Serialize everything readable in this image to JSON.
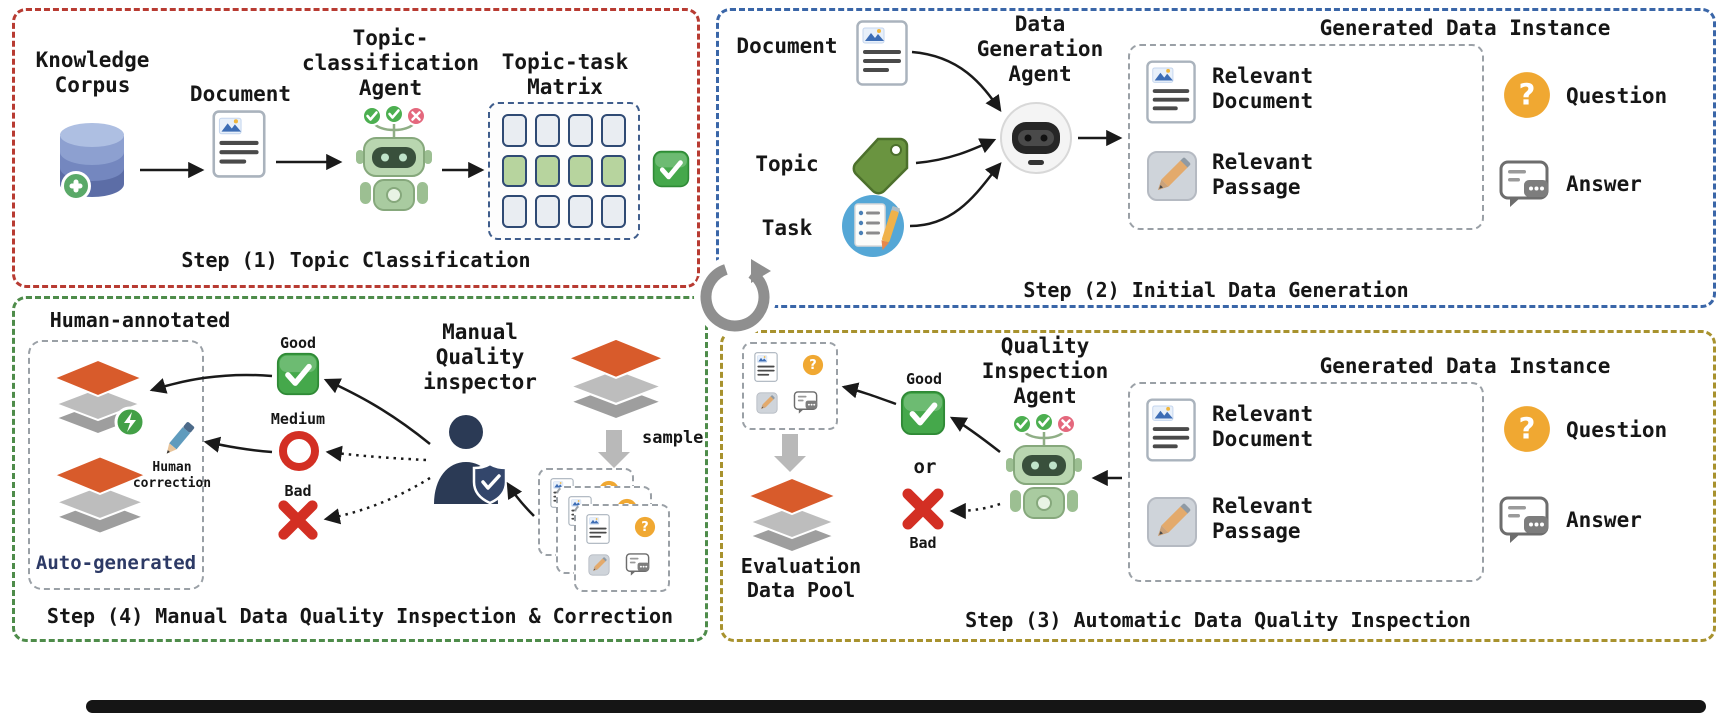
{
  "figure": {
    "type": "pipeline-diagram"
  },
  "colors": {
    "step1_border": "#b83b32",
    "step2_border": "#3a66a8",
    "step3_border": "#a8922e",
    "step4_border": "#4e8c4a",
    "auto_generated_text": "#2d3a66",
    "good_green": "#45a84b",
    "bad_red": "#d32f23",
    "stack_orange": "#d85b2b",
    "question_orange": "#f0a832",
    "matrix_cell_green": "#b7d49e"
  },
  "icons": {
    "database": "knowledge-corpus-database",
    "document": "document-page",
    "robot_green": "agent-robot-green",
    "robot_black": "generation-agent-robot",
    "matrix": "topic-task-matrix-grid",
    "check": "green-check-badge",
    "cross": "red-cross",
    "ring": "red-circle",
    "tag": "topic-tag",
    "task": "task-clipboard",
    "question": "question-mark-circle",
    "answer": "answer-chat-bubble",
    "passage": "passage-pencil-note",
    "stack": "data-stack-layers",
    "person": "human-inspector",
    "pencil": "correction-pencil",
    "loop": "cycle-loop-arrow"
  },
  "step1": {
    "caption": "Step (1) Topic Classification",
    "knowledge_corpus_label": "Knowledge\nCorpus",
    "document_label": "Document",
    "agent_label": "Topic-\nclassification\nAgent",
    "matrix_label": "Topic-task\nMatrix"
  },
  "step2": {
    "caption": "Step (2) Initial Data Generation",
    "document_label": "Document",
    "topic_label": "Topic",
    "task_label": "Task",
    "agent_label": "Data\nGeneration\nAgent",
    "instance": {
      "title": "Generated Data Instance",
      "relevant_document": "Relevant\nDocument",
      "question": "Question",
      "relevant_passage": "Relevant\nPassage",
      "answer": "Answer"
    }
  },
  "step3": {
    "caption": "Step (3) Automatic Data Quality Inspection",
    "agent_label": "Quality\nInspection\nAgent",
    "good_label": "Good",
    "or_label": "or",
    "bad_label": "Bad",
    "pool_label": "Evaluation\nData Pool",
    "instance": {
      "title": "Generated Data Instance",
      "relevant_document": "Relevant\nDocument",
      "question": "Question",
      "relevant_passage": "Relevant\nPassage",
      "answer": "Answer"
    }
  },
  "step4": {
    "caption": "Step (4) Manual Data Quality Inspection & Correction",
    "human_annotated_label": "Human-annotated",
    "auto_generated_label": "Auto-generated",
    "good_label": "Good",
    "medium_label": "Medium",
    "bad_label": "Bad",
    "human_correction_label": "Human\ncorrection",
    "inspector_label": "Manual\nQuality\ninspector",
    "sample_label": "sample"
  }
}
